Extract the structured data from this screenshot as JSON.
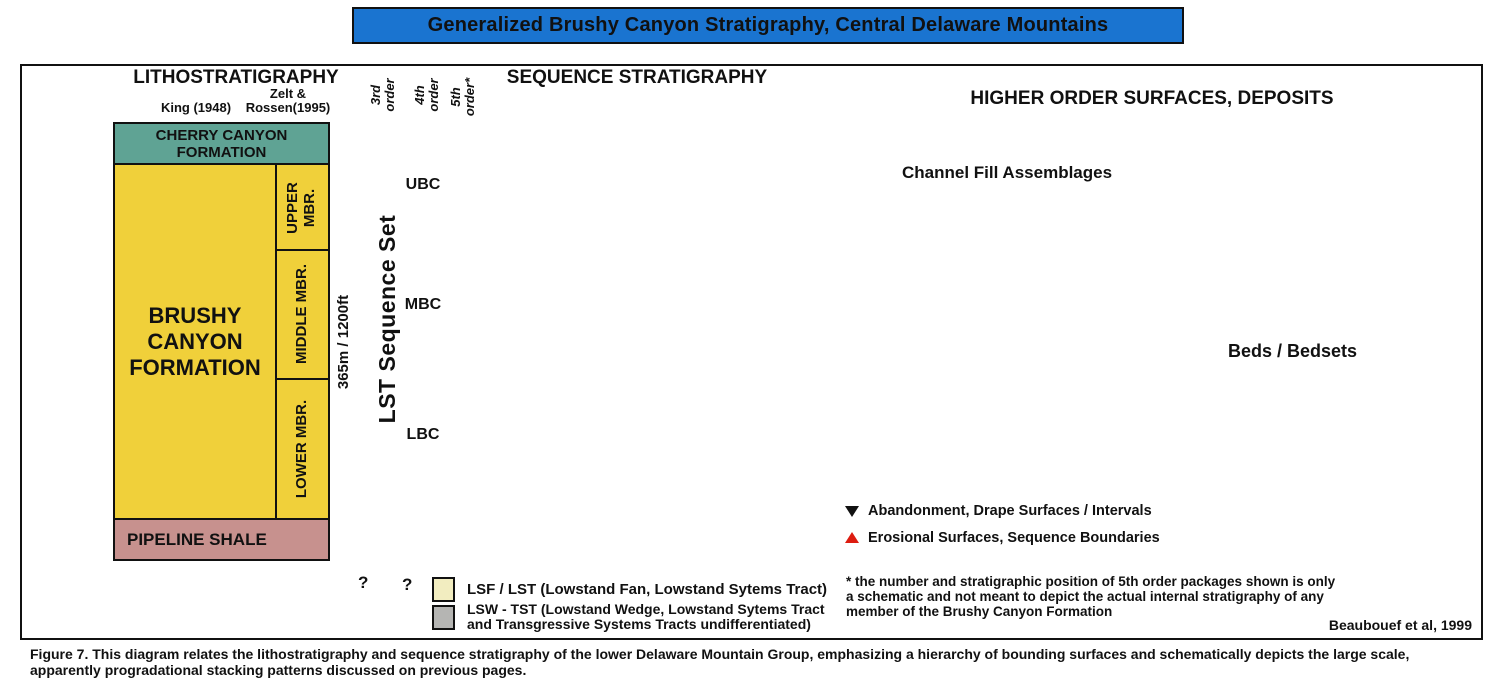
{
  "title": "Generalized Brushy Canyon Stratigraphy, Central Delaware Mountains",
  "litho": {
    "heading": "LITHOSTRATIGRAPHY",
    "ref_left": "King (1948)",
    "ref_right": "Zelt &\nRossen(1995)",
    "units": {
      "cherry": "CHERRY CANYON\nFORMATION",
      "brushy": "BRUSHY\nCANYON\nFORMATION",
      "upper": "UPPER\nMBR.",
      "middle": "MIDDLE MBR.",
      "lower": "LOWER MBR.",
      "pipeline": "PIPELINE SHALE"
    },
    "scale": "365m / 1200ft"
  },
  "sequence": {
    "heading": "SEQUENCE STRATIGRAPHY",
    "orders": [
      "3rd\norder",
      "4th\norder",
      "5th\norder*"
    ],
    "lst": "LST Sequence Set",
    "cycles": [
      "UBC",
      "MBC",
      "LBC"
    ],
    "unknown": "?"
  },
  "higher": {
    "heading": "HIGHER ORDER SURFACES, DEPOSITS",
    "channel": "Channel Fill Assemblages",
    "beds": "Beds / Bedsets",
    "markers": [
      {
        "symbol": "black-down-triangle",
        "label": "Abandonment, Drape Surfaces / Intervals"
      },
      {
        "symbol": "red-up-triangle",
        "label": "Erosional Surfaces, Sequence Boundaries"
      }
    ]
  },
  "legend": [
    {
      "swatch": "pale-yellow",
      "label": "LSF / LST (Lowstand Fan, Lowstand Sytems Tract)"
    },
    {
      "swatch": "gray",
      "label": "LSW - TST (Lowstand Wedge, Lowstand Sytems Tract\nand Transgressive Systems Tracts undifferentiated)"
    }
  ],
  "footnote": "* the number and stratigraphic position of 5th order packages shown is only\na schematic and not meant to depict the actual internal stratigraphy of any\nmember of the Brushy Canyon Formation",
  "attribution": "Beaubouef et al, 1999",
  "caption": "Figure 7.  This diagram relates the lithostratigraphy and sequence stratigraphy of the lower Delaware Mountain Group, emphasizing a hierarchy of bounding surfaces and schematically depicts the large scale,\napparently progradational stacking patterns discussed on previous pages.",
  "colors": {
    "title_bar": "#1a74d0",
    "cherry_canyon": "#5fa394",
    "brushy_yellow": "#f0d03a",
    "pipeline_pink": "#c7918e",
    "column_blue": "#b9c9e2",
    "lst_red": "#dd1c10",
    "order4_blue": "#1f63c8",
    "order5_teal": "#2e7176",
    "lsf_pale_yellow": "#f2edc0",
    "lsw_gray": "#b5b5b3",
    "channel_orange": "#f0991e",
    "channel_salmon": "#ee9069"
  }
}
